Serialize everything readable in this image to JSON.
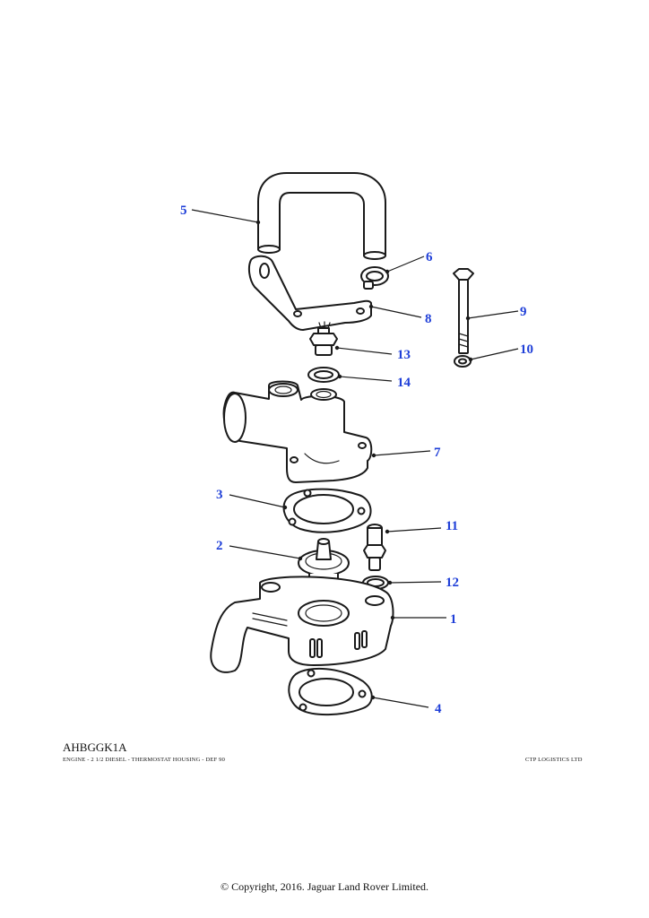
{
  "diagram": {
    "reference_code": "AHBGGK1A",
    "subtitle": "ENGINE - 2 1/2 DIESEL - THERMOSTAT HOUSING - DEF 90",
    "vendor": "CTP LOGISTICS LTD",
    "copyright": "© Copyright, 2016. Jaguar Land Rover Limited.",
    "callouts": [
      "1",
      "2",
      "3",
      "4",
      "5",
      "6",
      "7",
      "8",
      "9",
      "10",
      "11",
      "12",
      "13",
      "14"
    ],
    "line_color": "#1a1a1a",
    "callout_color": "#1f3fd8"
  }
}
